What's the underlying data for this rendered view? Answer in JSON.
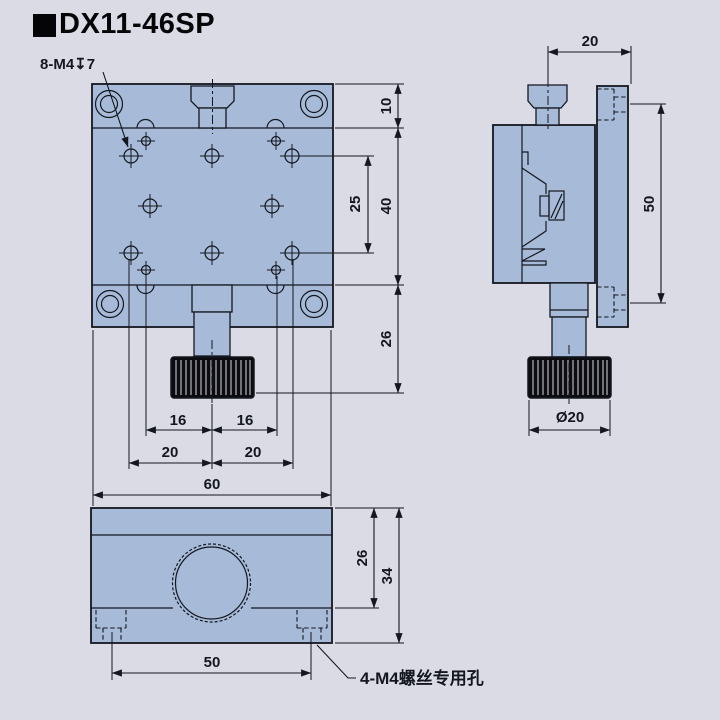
{
  "title": {
    "marker_icon": "filled-square",
    "text": "DX11-46SP"
  },
  "annotations": {
    "top_holes_label": "8-M4↧7",
    "bottom_holes_label": "4-M4螺丝专用孔"
  },
  "colors": {
    "background": "#dadbe4",
    "part_fill": "#a7bbd9",
    "line": "#14171f",
    "knob_fill": "#0c0c10"
  },
  "dims": {
    "front": {
      "flange_height": "10",
      "body_height": "40",
      "knob_drop": "26",
      "hole_spacing_vertical": "25",
      "hole_16_left": "16",
      "hole_16_right": "16",
      "hole_20_left": "20",
      "hole_20_right": "20",
      "overall_width": "60"
    },
    "side": {
      "plate_offset": "20",
      "mount_hole_spacing": "50",
      "knob_diameter": "Ø20"
    },
    "bottom": {
      "upper_depth": "26",
      "overall_depth": "34",
      "screw_hole_spacing": "50"
    }
  }
}
